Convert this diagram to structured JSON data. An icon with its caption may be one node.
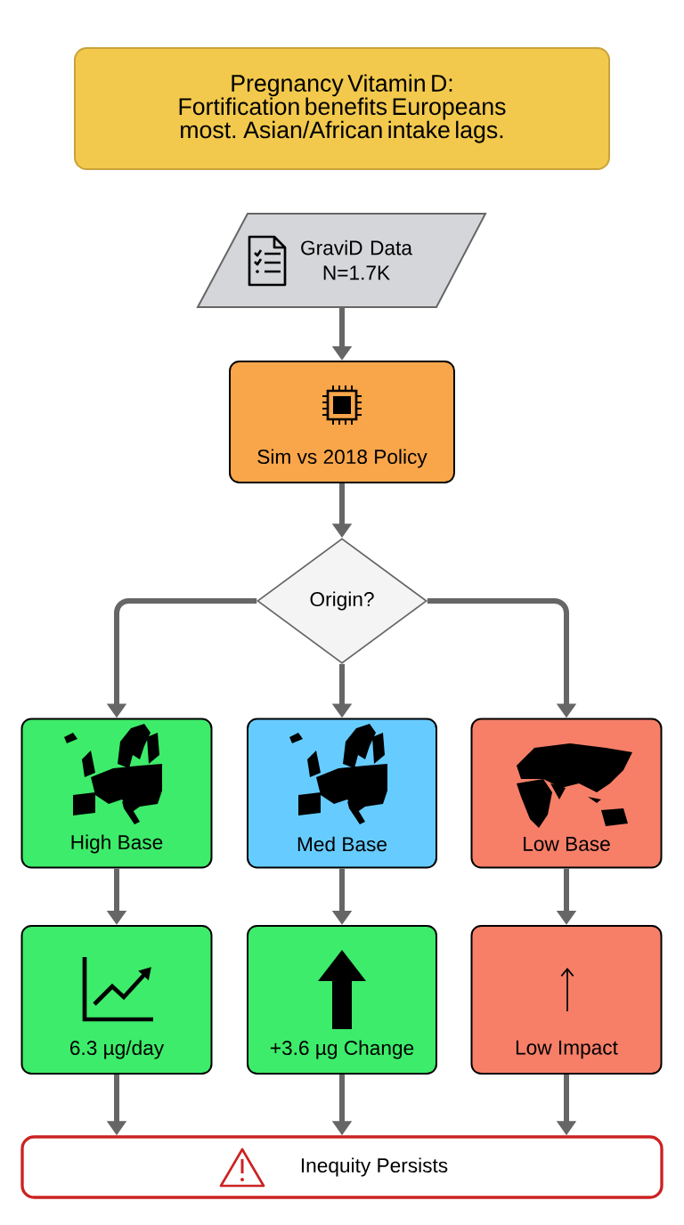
{
  "diagram": {
    "nodes": [
      {
        "text": [
          "Pregnancy Vitamin D:",
          "Fortification benefits Europeans most. Asian/African intake lags."
        ]
      },
      {
        "text": [
          "GraviD Data N=1.7K"
        ]
      },
      {
        "text": [
          "Sim vs 2018 Policy"
        ]
      },
      {
        "text": [
          "Origin?"
        ]
      },
      {
        "text": [
          "High Base"
        ]
      },
      {
        "text": [
          "Med Base"
        ]
      },
      {
        "text": [
          "Low Base"
        ]
      },
      {
        "text": [
          "6.3 µg/day"
        ]
      },
      {
        "text": [
          "+3.6 µg Change"
        ]
      },
      {
        "text": [
          "Low Impact"
        ]
      },
      {
        "text": [
          "Inequity Persists"
        ]
      }
    ],
    "edges": [
      {
        "from": 1,
        "to": 2,
        "arrow": "to"
      },
      {
        "from": 2,
        "to": 3,
        "arrow": "to"
      },
      {
        "from": 3,
        "to": 4,
        "arrow": "to"
      },
      {
        "from": 3,
        "to": 5,
        "arrow": "to"
      },
      {
        "from": 3,
        "to": 6,
        "arrow": "to"
      },
      {
        "from": 4,
        "to": 7,
        "arrow": "to"
      },
      {
        "from": 5,
        "to": 8,
        "arrow": "to"
      },
      {
        "from": 6,
        "to": 9,
        "arrow": "to"
      },
      {
        "from": 7,
        "to": 10,
        "arrow": "to"
      },
      {
        "from": 8,
        "to": 10,
        "arrow": "to"
      },
      {
        "from": 9,
        "to": 10,
        "arrow": "to"
      }
    ]
  }
}
